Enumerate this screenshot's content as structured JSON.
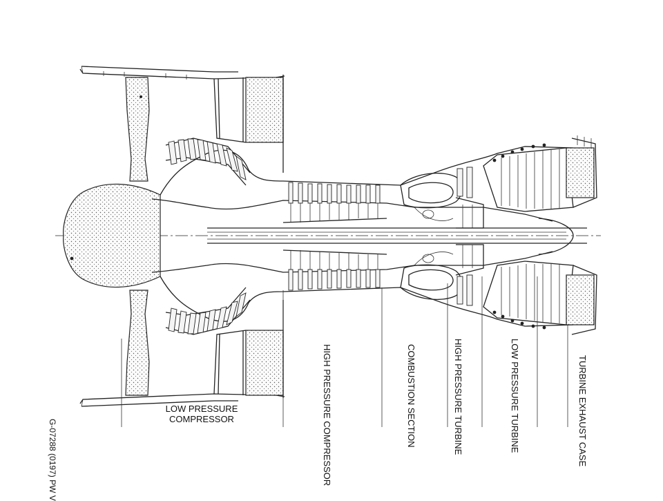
{
  "labels": {
    "low_pressure_compressor": [
      "LOW PRESSURE",
      "COMPRESSOR"
    ],
    "high_pressure_compressor": [
      "HIGH PRESSURE",
      "COMPRESSOR"
    ],
    "combustion_section": [
      "COMBUSTION",
      "SECTION"
    ],
    "high_pressure_turbine": [
      "HIGH PRESSURE",
      "TURBINE"
    ],
    "low_pressure_turbine": [
      "LOW PRESSURE",
      "TURBINE"
    ],
    "turbine_exhaust_case": [
      "TURBINE",
      "EXHAUST",
      "CASE"
    ]
  },
  "figure_code": [
    "G-07288 (0197)",
    "PW V"
  ]
}
